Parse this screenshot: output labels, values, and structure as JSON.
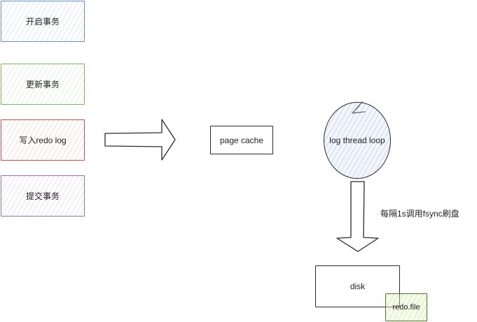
{
  "nodes": {
    "begin_txn": "开启事务",
    "update_txn": "更新事务",
    "write_redo_log": "写入redo log",
    "commit_txn": "提交事务",
    "page_cache": "page cache",
    "log_thread_loop": "log thread loop",
    "disk": "disk",
    "redo_file": "redo.file"
  },
  "edges": {
    "loop_to_disk_label": "每隔1s调用fsync刷盘"
  },
  "colors": {
    "blue": "#6c8ebf",
    "green": "#82b366",
    "red": "#b85450",
    "purple": "#9673a6",
    "redo_fill": "#e6f5c8"
  }
}
